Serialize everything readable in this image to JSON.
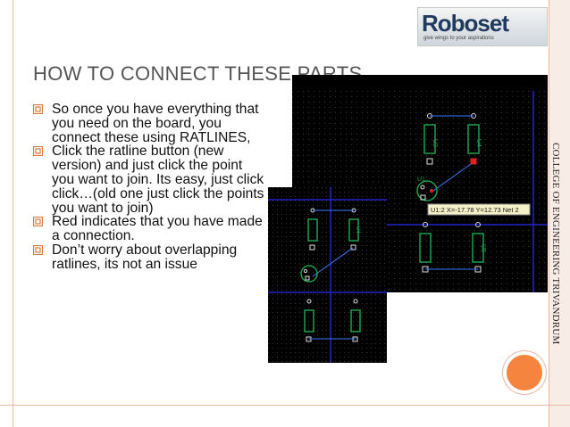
{
  "slide": {
    "title": "HOW TO CONNECT THESE PARTS",
    "side_label": "COLLEGE OF ENGINEERING TRIVANDRUM",
    "logo": {
      "name": "Roboset",
      "tagline": "give wings to your aspirations"
    },
    "bullets": [
      "So once you have everything that you need on the board, you connect these using RATLINES,",
      "Click the ratline button (new version) and just click the point you want to join. Its easy, just click click…(old one just click the points you want to join)",
      "Red indicates that you have made a connection.",
      "Don’t worry about overlapping ratlines, its not an issue"
    ]
  },
  "screenshot": {
    "tooltip": "U1:2  X=-17.78  Y=12.73  Net 2",
    "parts": [
      "U2",
      "U4",
      "U1",
      "U3",
      "U5"
    ]
  },
  "colors": {
    "accent": "#f5843f",
    "bullet": "#e07b39",
    "pcb_bg": "#000000",
    "grid_line": "#1a1acc",
    "part": "#1aa04a",
    "ratline": "#3a78ff",
    "connected": "#e02020"
  }
}
